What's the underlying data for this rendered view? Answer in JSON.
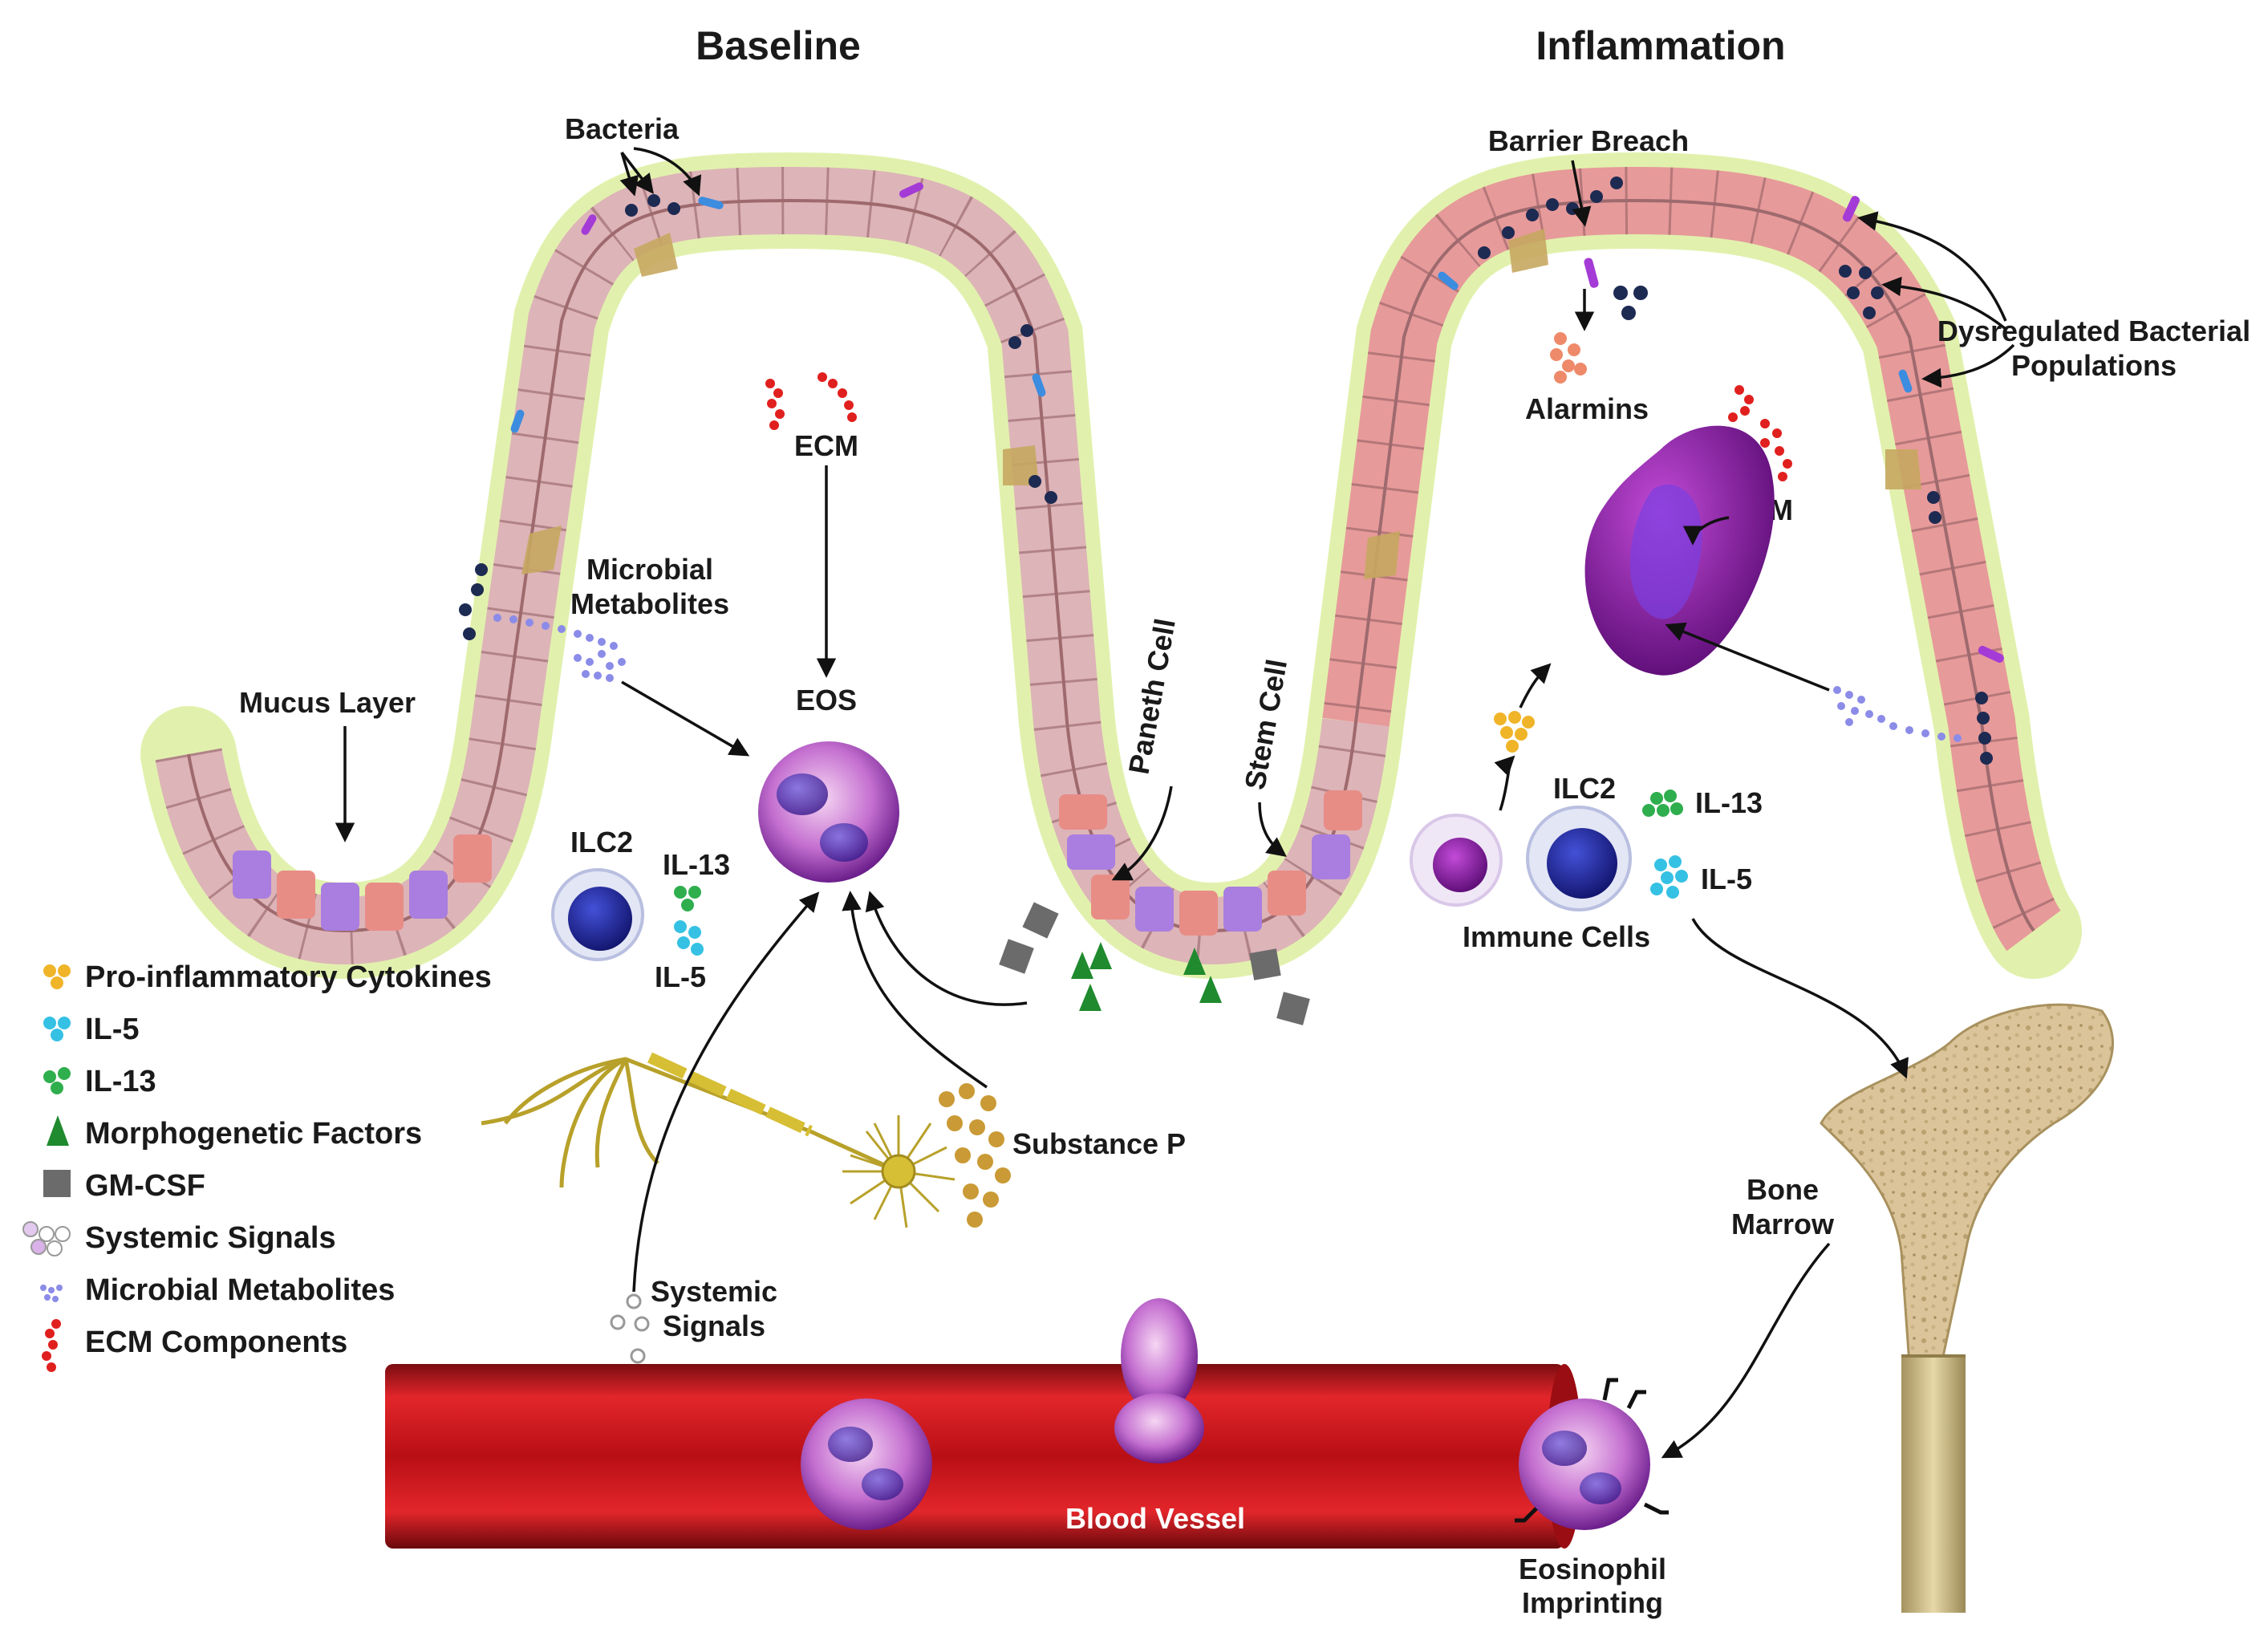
{
  "titles": {
    "baseline": "Baseline",
    "inflammation": "Inflammation"
  },
  "labels": {
    "bacteria": "Bacteria",
    "barrier_breach": "Barrier Breach",
    "dysregulated_1": "Dysregulated Bacterial",
    "dysregulated_2": "Populations",
    "alarmins": "Alarmins",
    "ecm_baseline": "ECM",
    "ecm_inflammation": "ECM",
    "microbial_metabolites_1": "Microbial",
    "microbial_metabolites_2": "Metabolites",
    "mucus_layer": "Mucus Layer",
    "eos": "EOS",
    "paneth_cell": "Paneth Cell",
    "stem_cell": "Stem Cell",
    "ilc2_baseline": "ILC2",
    "il13_baseline": "IL-13",
    "il5_baseline": "IL-5",
    "ilc2_inflammation": "ILC2",
    "il13_inflammation": "IL-13",
    "il5_inflammation": "IL-5",
    "immune_cells": "Immune Cells",
    "substance_p": "Substance P",
    "systemic_signals_1": "Systemic",
    "systemic_signals_2": "Signals",
    "blood_vessel": "Blood Vessel",
    "bone_marrow_1": "Bone",
    "bone_marrow_2": "Marrow",
    "eosinophil_imprinting_1": "Eosinophil",
    "eosinophil_imprinting_2": "Imprinting"
  },
  "legend": [
    {
      "label": "Pro-inflammatory Cytokines",
      "icon": "pro-inflammatory-cytokine-icon",
      "color": "#f0b429"
    },
    {
      "label": "IL-5",
      "icon": "il5-icon",
      "color": "#35c1e3"
    },
    {
      "label": "IL-13",
      "icon": "il13-icon",
      "color": "#2fae4e"
    },
    {
      "label": "Morphogenetic Factors",
      "icon": "morphogenetic-factor-icon",
      "color": "#1f8a2e"
    },
    {
      "label": "GM-CSF",
      "icon": "gm-csf-icon",
      "color": "#6b6b6b"
    },
    {
      "label": "Systemic Signals",
      "icon": "systemic-signal-icon",
      "color": "#c9b6e4"
    },
    {
      "label": "Microbial Metabolites",
      "icon": "microbial-metabolite-icon",
      "color": "#8b8be8"
    },
    {
      "label": "ECM Components",
      "icon": "ecm-component-icon",
      "color": "#e0201e"
    }
  ],
  "colors": {
    "mucus": "#d9ef9a",
    "epithelium_baseline": "#ddb4b8",
    "epithelium_inflamed": "#e79a9a",
    "stem_cell": "#a97ee0",
    "crypt_cell": "#e88d86",
    "paneth": "#c7a760",
    "bacteria": "#1d2a52",
    "eosinophil": "#8a2fa6",
    "blood": "#d8141a",
    "bone": "#d9c39a"
  }
}
